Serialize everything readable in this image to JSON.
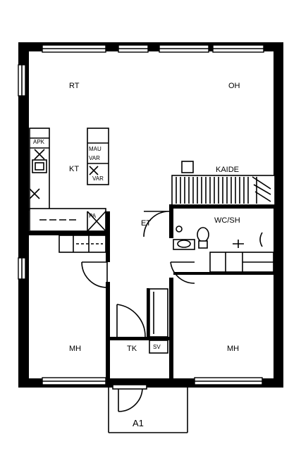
{
  "rooms": {
    "rt": "RT",
    "oh": "OH",
    "kt": "KT",
    "kaide": "KAIDE",
    "et": "ET",
    "wcsh": "WC/SH",
    "mh_left": "MH",
    "mh_right": "MH",
    "tk": "TK",
    "sv": "SV",
    "a1": "A1"
  },
  "fixtures": {
    "apk": "APK",
    "mau": "MAU",
    "var1": "VAR",
    "var2": "VAR",
    "pa": "PA"
  }
}
